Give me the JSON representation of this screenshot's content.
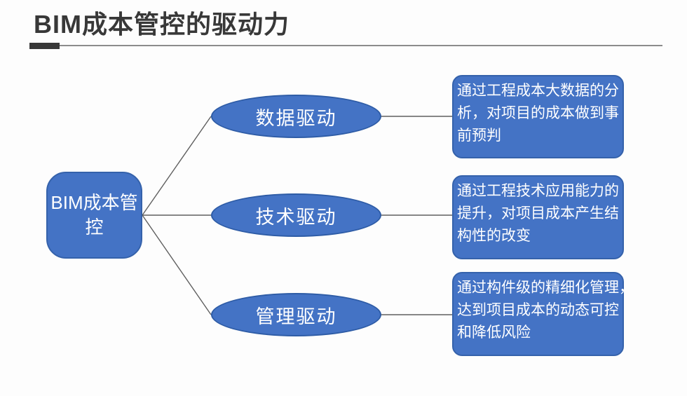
{
  "page": {
    "title": "BIM成本管控的驱动力"
  },
  "colors": {
    "node_fill": "#4473c5",
    "node_border": "#3562ab",
    "ellipse_border": "#2e5ca6",
    "node_text": "#ffffff",
    "title_text": "#383838",
    "connector": "#5f5f5f",
    "underline_thin": "#8c8c8c",
    "underline_thick": "#383838",
    "page_bg": "#fdfdfd"
  },
  "diagram": {
    "root": {
      "label": "BIM成本管\n控"
    },
    "branches": [
      {
        "label": "数据驱动",
        "description": "通过工程成本大数据的分\n析，对项目的成本做到事\n前预判"
      },
      {
        "label": "技术驱动",
        "description": "通过工程技术应用能力的\n提升，对项目成本产生结\n构性的改变"
      },
      {
        "label": "管理驱动",
        "description": "通过构件级的精细化管理，\n达到项目成本的动态可控\n和降低风险"
      }
    ]
  }
}
